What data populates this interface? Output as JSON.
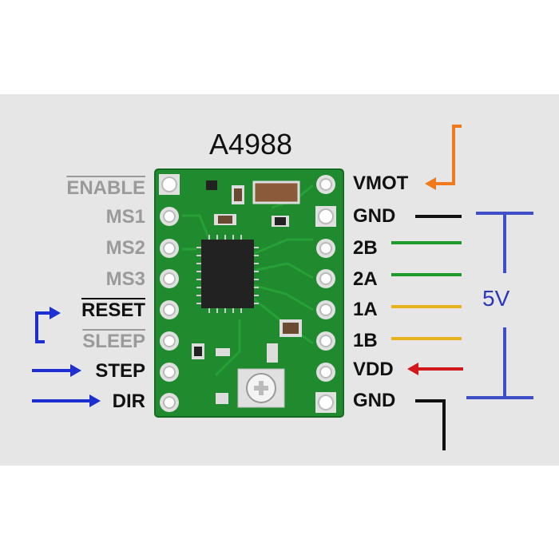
{
  "title": "A4988",
  "left_pins": [
    {
      "label": "ENABLE",
      "style": "grey",
      "overline": true
    },
    {
      "label": "MS1",
      "style": "grey",
      "overline": false
    },
    {
      "label": "MS2",
      "style": "grey",
      "overline": false
    },
    {
      "label": "MS3",
      "style": "grey",
      "overline": false
    },
    {
      "label": "RESET",
      "style": "black",
      "overline": true
    },
    {
      "label": "SLEEP",
      "style": "grey",
      "overline": true
    },
    {
      "label": "STEP",
      "style": "black",
      "overline": false
    },
    {
      "label": "DIR",
      "style": "black",
      "overline": false
    }
  ],
  "right_pins": [
    {
      "label": "VMOT",
      "wire_color": "#f07a1a"
    },
    {
      "label": "GND",
      "wire_color": "#111111"
    },
    {
      "label": "2B",
      "wire_color": "#1f9a2a"
    },
    {
      "label": "2A",
      "wire_color": "#1f9a2a"
    },
    {
      "label": "1A",
      "wire_color": "#e8b21e"
    },
    {
      "label": "1B",
      "wire_color": "#e8b21e"
    },
    {
      "label": "VDD",
      "wire_color": "#d3181c"
    },
    {
      "label": "GND",
      "wire_color": "#111111"
    }
  ],
  "supply_label": "5V",
  "colors": {
    "board": "#1f8a2e",
    "logic_arrows": "#1d2fd0",
    "supply_bracket": "#3f4fc8",
    "panel": "#e6e6e6"
  }
}
